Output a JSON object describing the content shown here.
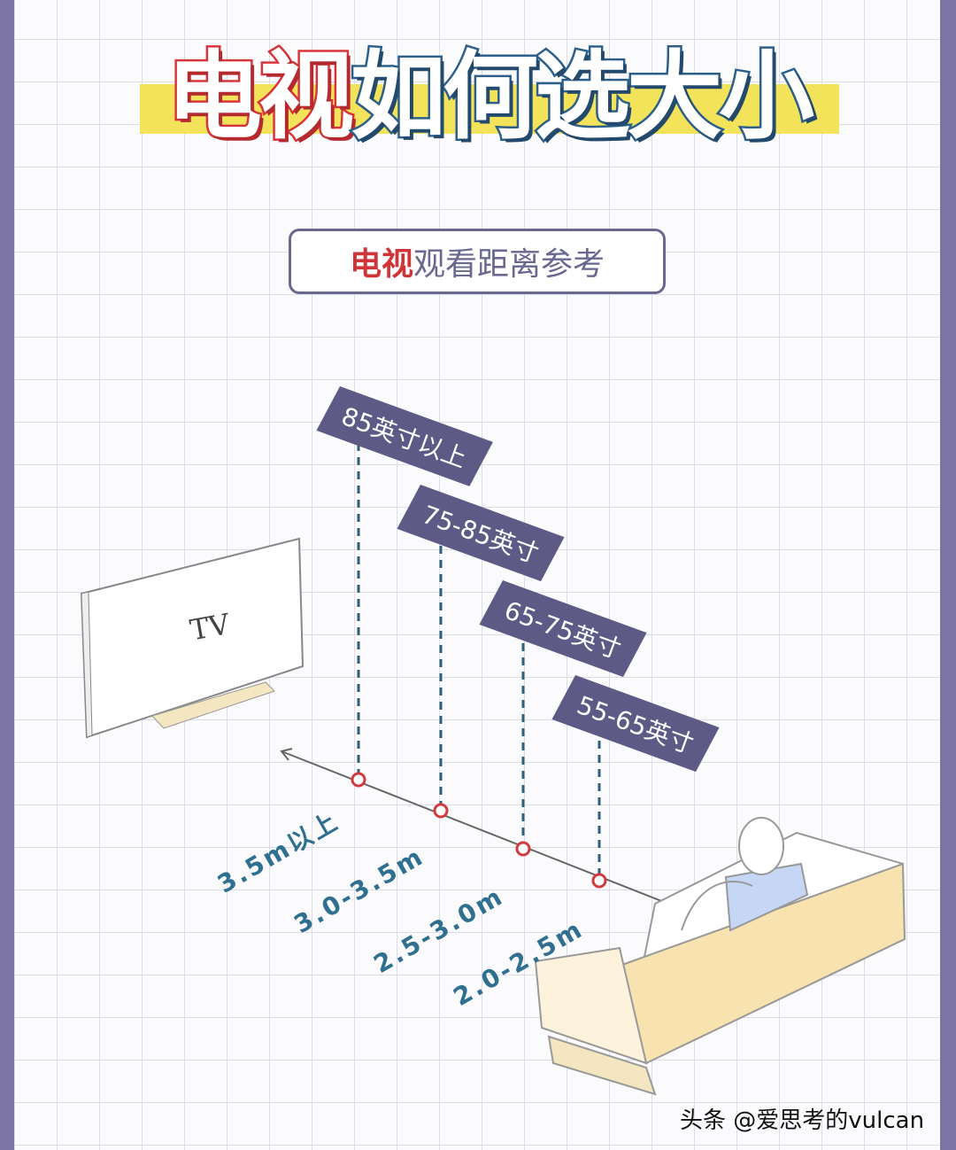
{
  "title": {
    "part1": "电视",
    "part2": "如何选大小"
  },
  "subtitle": {
    "part1": "电视",
    "part2": "观看距离参考"
  },
  "tv_label": "TV",
  "sizes": [
    "85英寸以上",
    "75-85英寸",
    "65-75英寸",
    "55-65英寸"
  ],
  "distances": [
    "3.5m以上",
    "3.0-3.5m",
    "2.5-3.0m",
    "2.0-2.5m"
  ],
  "watermark": "头条 @爱思考的vulcan",
  "colors": {
    "border": "#7c74a2",
    "tag": "#5e5a86",
    "accent_red": "#d8353a",
    "accent_blue": "#2c5f8a",
    "highlight": "#f2e35a",
    "sofa": "#f7e2b0"
  }
}
